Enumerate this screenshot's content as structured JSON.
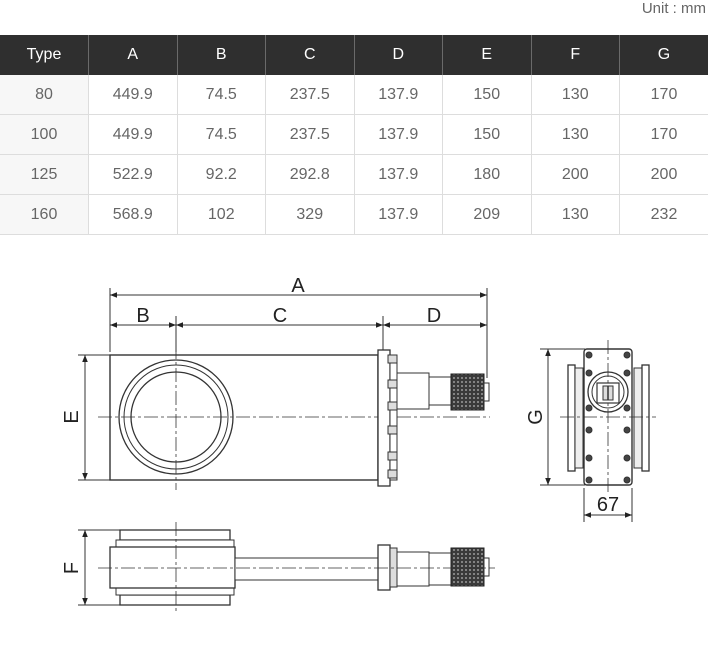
{
  "unit_label": "Unit : mm",
  "table": {
    "headers": [
      "Type",
      "A",
      "B",
      "C",
      "D",
      "E",
      "F",
      "G"
    ],
    "rows": [
      [
        "80",
        "449.9",
        "74.5",
        "237.5",
        "137.9",
        "150",
        "130",
        "170"
      ],
      [
        "100",
        "449.9",
        "74.5",
        "237.5",
        "137.9",
        "150",
        "130",
        "170"
      ],
      [
        "125",
        "522.9",
        "92.2",
        "292.8",
        "137.9",
        "180",
        "200",
        "200"
      ],
      [
        "160",
        "568.9",
        "102",
        "329",
        "137.9",
        "209",
        "130",
        "232"
      ]
    ]
  },
  "drawing": {
    "labels": {
      "a": "A",
      "b": "B",
      "c": "C",
      "d": "D",
      "e": "E",
      "f": "F",
      "g": "G",
      "side_width": "67"
    }
  }
}
